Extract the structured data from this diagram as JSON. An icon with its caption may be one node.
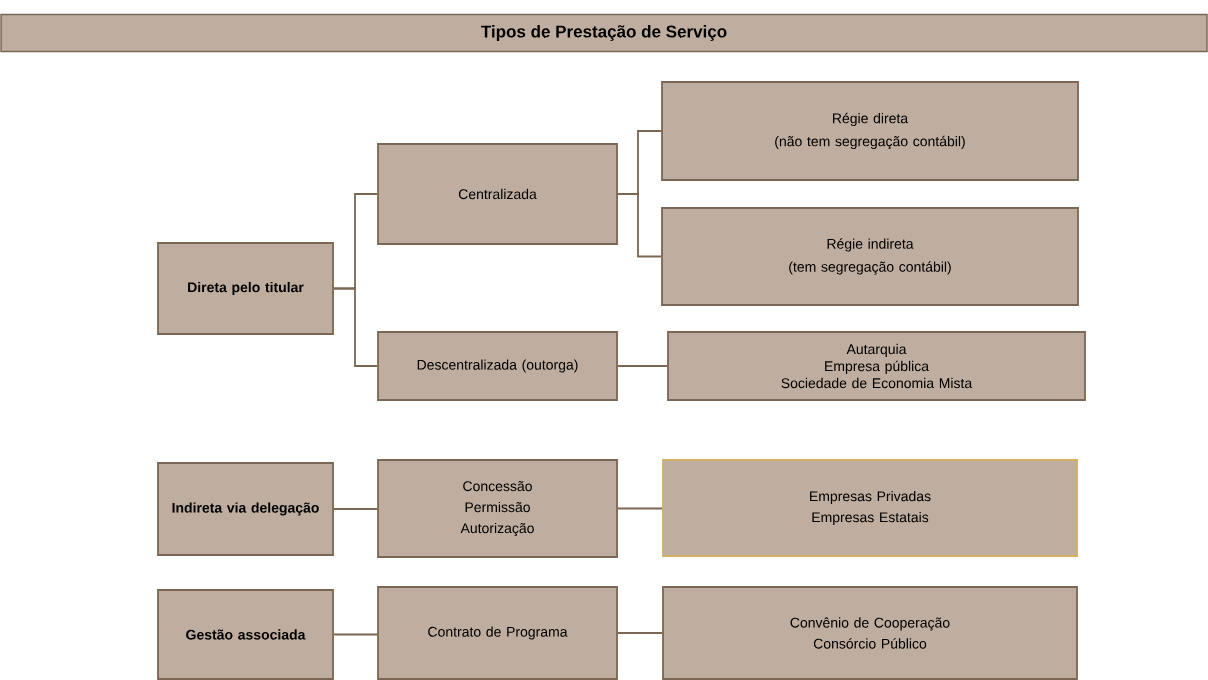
{
  "diagram": {
    "title": "Tipos de Prestação de Serviço",
    "nodes": [
      {
        "text": [
          "Direta pelo titular"
        ]
      },
      {
        "text": [
          "Centralizada"
        ]
      },
      {
        "text": [
          "Régie direta",
          "(não tem segregação contábil)"
        ]
      },
      {
        "text": [
          "Régie indireta",
          "(tem segregação contábil)"
        ]
      },
      {
        "text": [
          "Descentralizada (outorga)"
        ]
      },
      {
        "text": [
          "Autarquia",
          "Empresa pública",
          "Sociedade de Economia Mista"
        ]
      },
      {
        "text": [
          "Indireta via delegação"
        ]
      },
      {
        "text": [
          "Concessão",
          "Permissão",
          "Autorização"
        ]
      },
      {
        "text": [
          "Empresas Privadas",
          "Empresas Estatais"
        ]
      },
      {
        "text": [
          "Gestão associada"
        ]
      },
      {
        "text": [
          "Contrato de Programa"
        ]
      },
      {
        "text": [
          "Convênio de Cooperação",
          "Consórcio Público"
        ]
      }
    ],
    "edges": [
      {
        "from": 0,
        "to": 1,
        "arrow": "none"
      },
      {
        "from": 0,
        "to": 4,
        "arrow": "none"
      },
      {
        "from": 1,
        "to": 2,
        "arrow": "none"
      },
      {
        "from": 1,
        "to": 3,
        "arrow": "none"
      },
      {
        "from": 4,
        "to": 5,
        "arrow": "none"
      },
      {
        "from": 6,
        "to": 7,
        "arrow": "none"
      },
      {
        "from": 7,
        "to": 8,
        "arrow": "none"
      },
      {
        "from": 9,
        "to": 10,
        "arrow": "none"
      },
      {
        "from": 10,
        "to": 11,
        "arrow": "none"
      }
    ]
  }
}
